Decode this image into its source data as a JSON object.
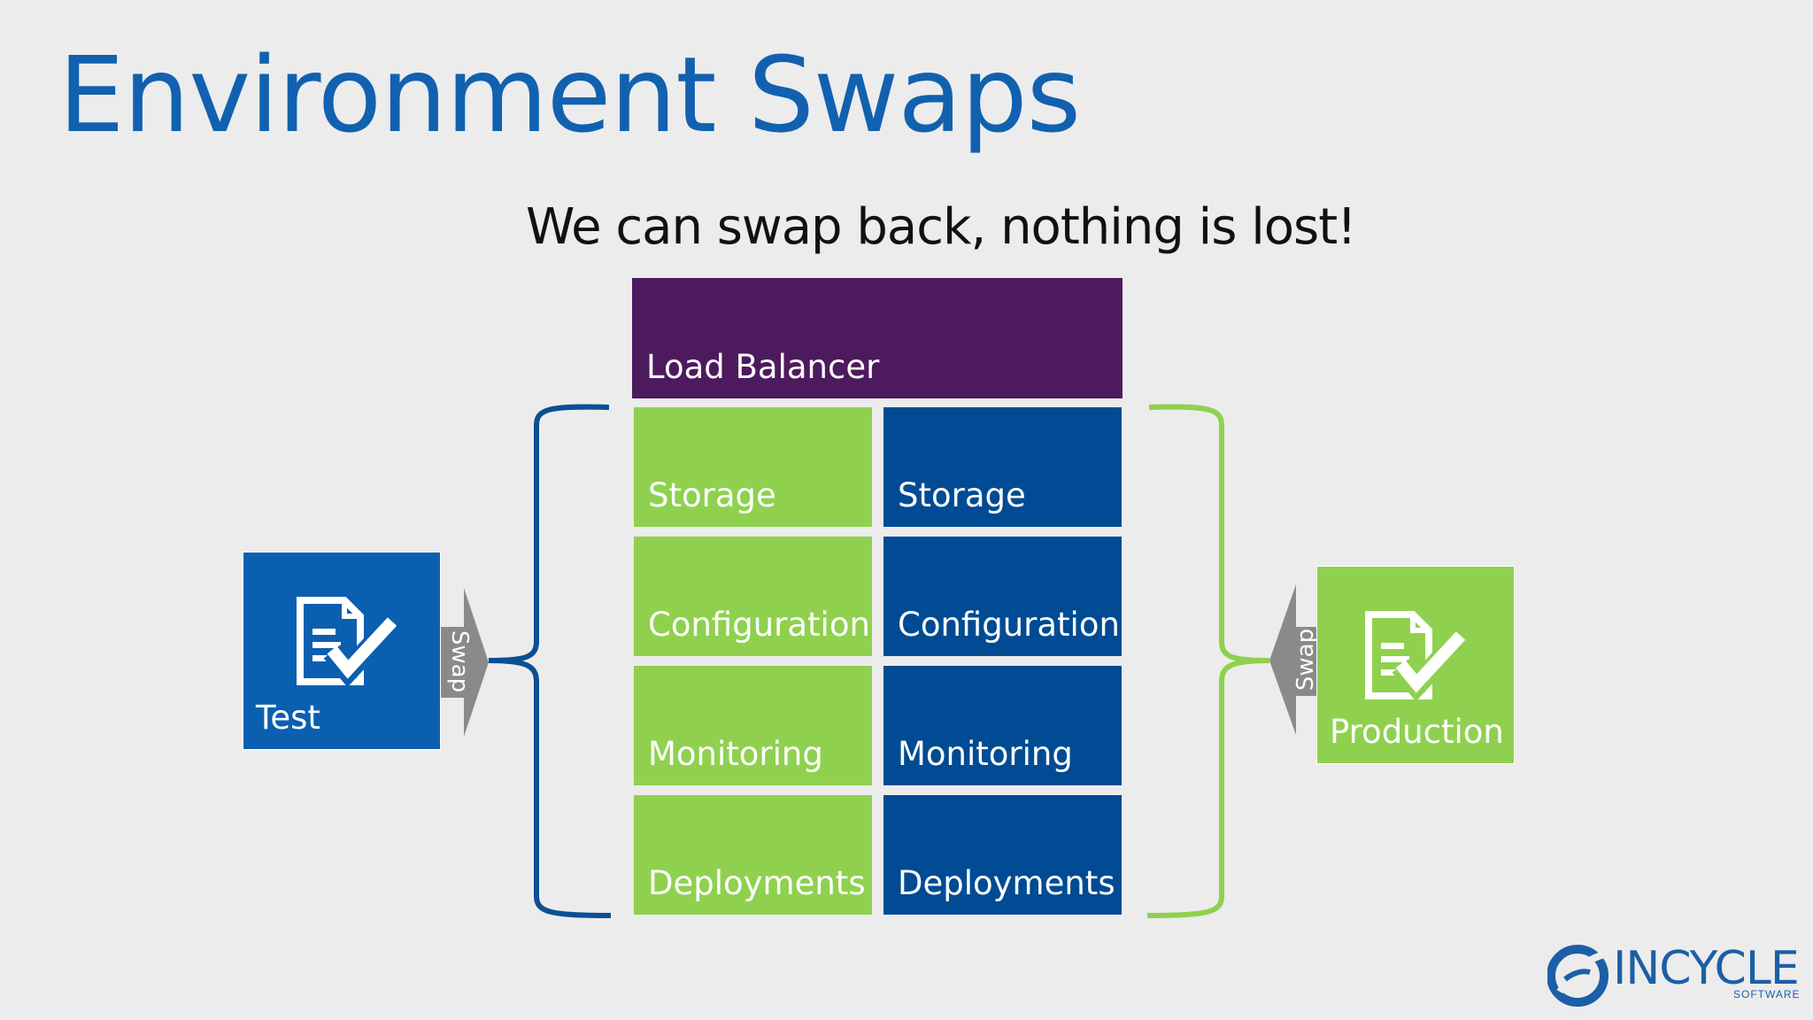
{
  "title": "Environment Swaps",
  "subtitle": "We can swap back, nothing is lost!",
  "load_balancer": "Load Balancer",
  "left_stack": [
    "Storage",
    "Configuration",
    "Monitoring",
    "Deployments"
  ],
  "right_stack": [
    "Storage",
    "Configuration",
    "Monitoring",
    "Deployments"
  ],
  "test_env": {
    "label": "Test",
    "icon": "document-check-icon",
    "color": "#0b5fb0"
  },
  "prod_env": {
    "label": "Production",
    "icon": "document-check-icon",
    "color": "#8fd14f"
  },
  "swap_left": "Swap",
  "swap_right": "Swap",
  "logo": {
    "name": "INCYCLE",
    "sub": "SOFTWARE"
  },
  "colors": {
    "green": "#8fd14f",
    "blue": "#004b93",
    "purple": "#4e1a5e",
    "title": "#1161b0"
  }
}
